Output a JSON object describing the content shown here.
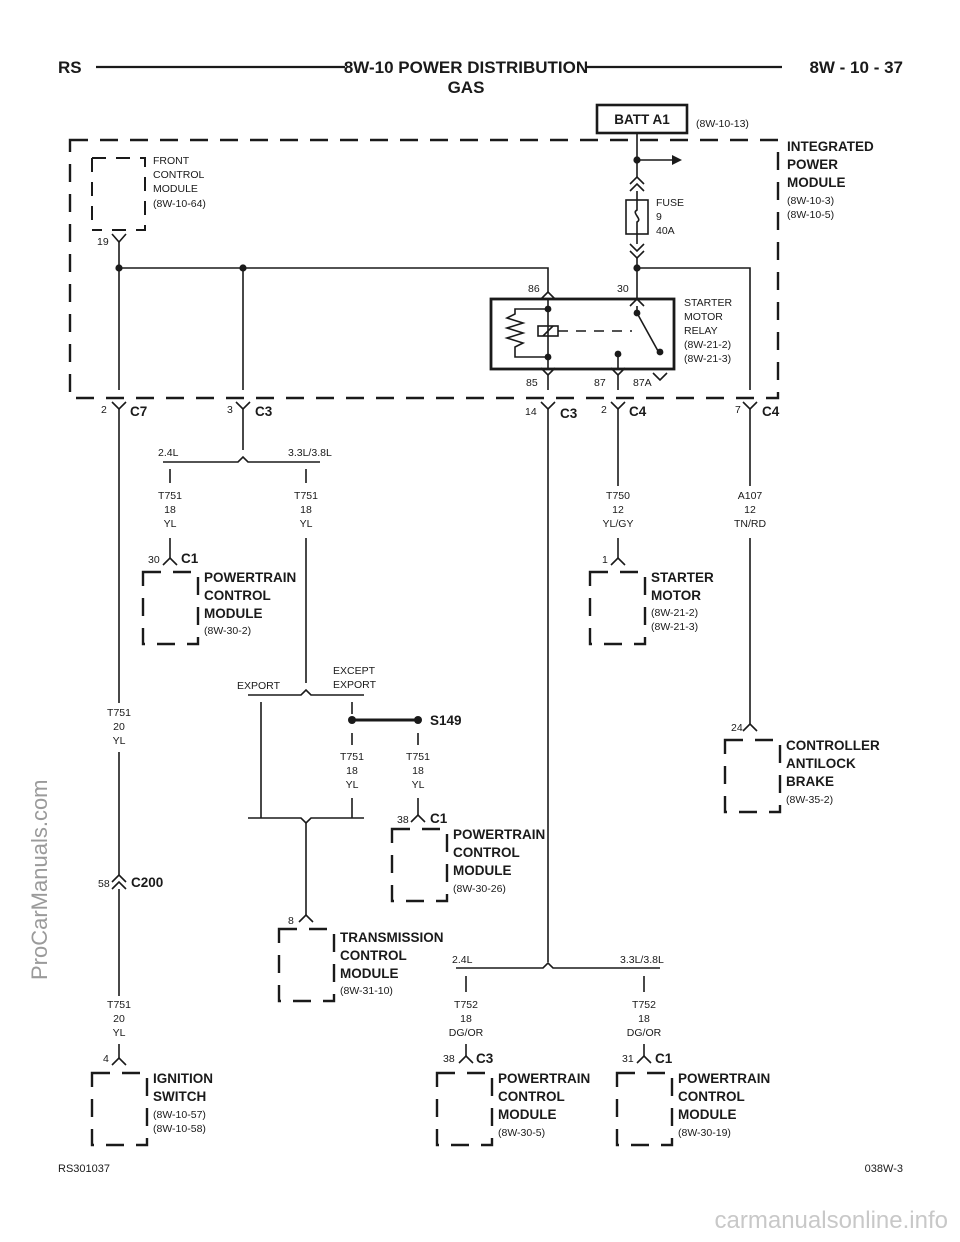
{
  "header": {
    "left": "RS",
    "title": "8W-10 POWER DISTRIBUTION",
    "subtitle": "GAS",
    "right": "8W - 10 - 37"
  },
  "footer": {
    "left": "RS301037",
    "right": "038W-3"
  },
  "watermarks": {
    "side": "ProCarManuals.com",
    "bottom": "carmanualsonline.info"
  },
  "batt": {
    "label": "BATT A1",
    "ref": "(8W-10-13)"
  },
  "ipm": {
    "line1": "INTEGRATED",
    "line2": "POWER",
    "line3": "MODULE",
    "ref1": "(8W-10-3)",
    "ref2": "(8W-10-5)"
  },
  "fcm": {
    "line1": "FRONT",
    "line2": "CONTROL",
    "line3": "MODULE",
    "ref": "(8W-10-64)",
    "pin": "19"
  },
  "fuse": {
    "label": "FUSE",
    "num": "9",
    "amp": "40A"
  },
  "relay": {
    "line1": "STARTER",
    "line2": "MOTOR",
    "line3": "RELAY",
    "ref1": "(8W-21-2)",
    "ref2": "(8W-21-3)",
    "p86": "86",
    "p30": "30",
    "p85": "85",
    "p87": "87",
    "p87a": "87A"
  },
  "connectors": {
    "c7_pin": "2",
    "c7": "C7",
    "c3a_pin": "3",
    "c3a": "C3",
    "c3b_pin": "14",
    "c3b": "C3",
    "c4a_pin": "2",
    "c4a": "C4",
    "c4b_pin": "7",
    "c4b": "C4",
    "c200_pin": "58",
    "c200": "C200",
    "s149": "S149"
  },
  "splits": {
    "a_left": "2.4L",
    "a_right": "3.3L/3.8L",
    "export": "EXPORT",
    "except1": "EXCEPT",
    "except2": "EXPORT",
    "b_left": "2.4L",
    "b_right": "3.3L/3.8L"
  },
  "wires": {
    "t751_yl18": {
      "circuit": "T751",
      "gauge": "18",
      "color": "YL"
    },
    "t751_yl20": {
      "circuit": "T751",
      "gauge": "20",
      "color": "YL"
    },
    "t750": {
      "circuit": "T750",
      "gauge": "12",
      "color": "YL/GY"
    },
    "a107": {
      "circuit": "A107",
      "gauge": "12",
      "color": "TN/RD"
    },
    "t752": {
      "circuit": "T752",
      "gauge": "18",
      "color": "DG/OR"
    }
  },
  "pcm1": {
    "pin": "30",
    "conn": "C1",
    "line1": "POWERTRAIN",
    "line2": "CONTROL",
    "line3": "MODULE",
    "ref": "(8W-30-2)"
  },
  "pcm2": {
    "pin": "38",
    "conn": "C1",
    "line1": "POWERTRAIN",
    "line2": "CONTROL",
    "line3": "MODULE",
    "ref": "(8W-30-26)"
  },
  "pcm3": {
    "pin": "38",
    "conn": "C3",
    "line1": "POWERTRAIN",
    "line2": "CONTROL",
    "line3": "MODULE",
    "ref": "(8W-30-5)"
  },
  "pcm4": {
    "pin": "31",
    "conn": "C1",
    "line1": "POWERTRAIN",
    "line2": "CONTROL",
    "line3": "MODULE",
    "ref": "(8W-30-19)"
  },
  "starter": {
    "pin": "1",
    "line1": "STARTER",
    "line2": "MOTOR",
    "ref1": "(8W-21-2)",
    "ref2": "(8W-21-3)"
  },
  "cab": {
    "pin": "24",
    "line1": "CONTROLLER",
    "line2": "ANTILOCK",
    "line3": "BRAKE",
    "ref": "(8W-35-2)"
  },
  "tcm": {
    "pin": "8",
    "line1": "TRANSMISSION",
    "line2": "CONTROL",
    "line3": "MODULE",
    "ref": "(8W-31-10)"
  },
  "ign": {
    "pin": "4",
    "line1": "IGNITION",
    "line2": "SWITCH",
    "ref1": "(8W-10-57)",
    "ref2": "(8W-10-58)"
  }
}
